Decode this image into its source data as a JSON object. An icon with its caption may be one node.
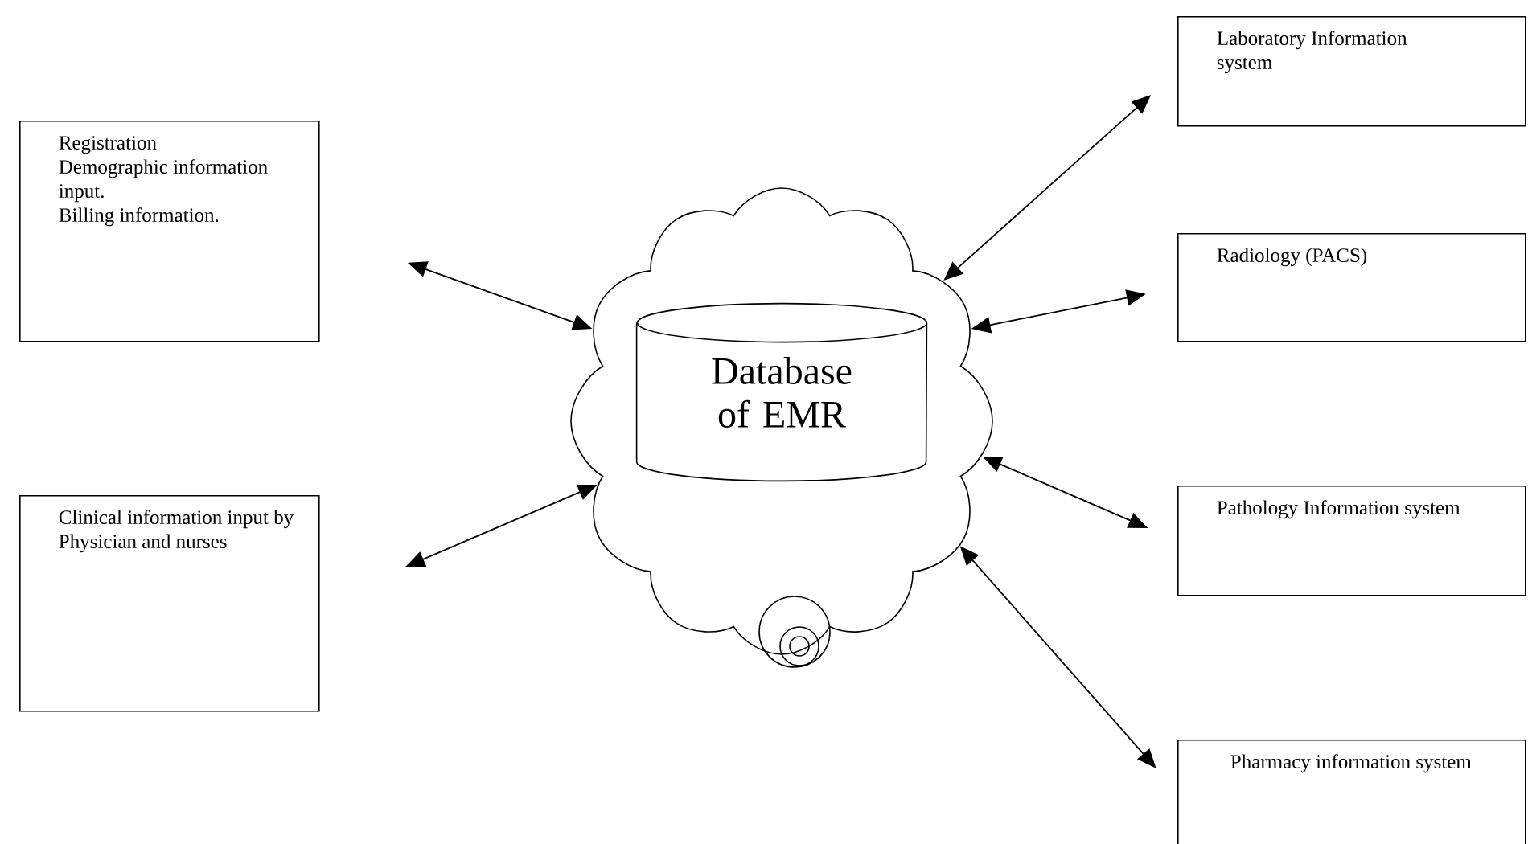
{
  "diagram": {
    "nodes": [
      {
        "text": [],
        "shape": "cloud"
      },
      {
        "text": [
          "Database of EMR"
        ],
        "in": 0
      },
      {
        "text": [
          "Registration",
          "Demographic information input.",
          "Billing information."
        ]
      },
      {
        "text": [
          "Clinical information input by Physician and nurses"
        ]
      },
      {
        "text": [
          "Laboratory Information system"
        ]
      },
      {
        "text": [
          "Radiology (PACS)"
        ]
      },
      {
        "text": [
          "Pathology Information system"
        ]
      },
      {
        "text": [
          "Pharmacy information system"
        ]
      }
    ],
    "edges": [
      {
        "from": 0,
        "to": 2,
        "arrow": "both"
      },
      {
        "from": 0,
        "to": 3,
        "arrow": "both"
      },
      {
        "from": 0,
        "to": 4,
        "arrow": "both"
      },
      {
        "from": 0,
        "to": 5,
        "arrow": "both"
      },
      {
        "from": 0,
        "to": 6,
        "arrow": "both"
      },
      {
        "from": 0,
        "to": 7,
        "arrow": "both"
      }
    ]
  }
}
